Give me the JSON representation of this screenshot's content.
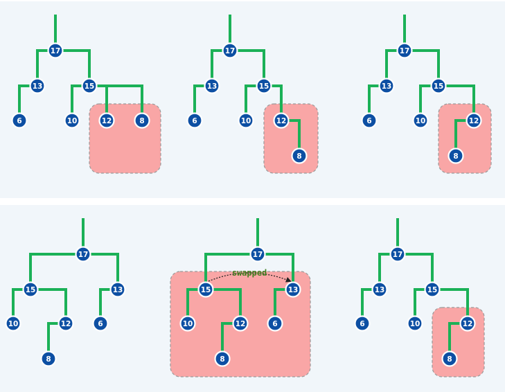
{
  "colors": {
    "panel_bg": "#f1f6fa",
    "edge": "#1bb157",
    "node_fill": "#0d4fa3",
    "node_ring": "#ffffff",
    "highlight_fill": "#f9a6a6",
    "highlight_border": "#9a9a9a",
    "annotation": "#3e7d1e"
  },
  "panels": [
    {
      "trees": [
        {
          "root": "17",
          "children": [
            {
              "value": "13",
              "children": [
                {
                  "value": "6",
                  "children": []
                }
              ]
            },
            {
              "value": "15",
              "children": [
                {
                  "value": "10",
                  "children": []
                },
                {
                  "value": "12",
                  "children": []
                },
                {
                  "value": "8",
                  "children": []
                }
              ]
            }
          ],
          "highlighted": [
            "12",
            "8"
          ]
        },
        {
          "root": "17",
          "children": [
            {
              "value": "13",
              "children": [
                {
                  "value": "6",
                  "children": []
                }
              ]
            },
            {
              "value": "15",
              "children": [
                {
                  "value": "10",
                  "children": []
                },
                {
                  "value": "12",
                  "children": [
                    {
                      "value": "8",
                      "children": []
                    }
                  ]
                }
              ]
            }
          ],
          "highlighted": [
            "12",
            "8"
          ]
        },
        {
          "root": "17",
          "children": [
            {
              "value": "13",
              "children": [
                {
                  "value": "6",
                  "children": []
                }
              ]
            },
            {
              "value": "15",
              "children": [
                {
                  "value": "10",
                  "children": []
                },
                {
                  "value": "12",
                  "children": [
                    {
                      "value": "8",
                      "children": []
                    }
                  ]
                }
              ]
            }
          ],
          "highlighted": [
            "12",
            "8"
          ]
        }
      ]
    },
    {
      "trees": [
        {
          "root": "17",
          "children": [
            {
              "value": "15",
              "children": [
                {
                  "value": "10",
                  "children": []
                },
                {
                  "value": "12",
                  "children": [
                    {
                      "value": "8",
                      "children": []
                    }
                  ]
                }
              ]
            },
            {
              "value": "13",
              "children": [
                {
                  "value": "6",
                  "children": []
                }
              ]
            }
          ],
          "highlighted": []
        },
        {
          "root": "17",
          "children": [
            {
              "value": "15",
              "children": [
                {
                  "value": "10",
                  "children": []
                },
                {
                  "value": "12",
                  "children": [
                    {
                      "value": "8",
                      "children": []
                    }
                  ]
                }
              ]
            },
            {
              "value": "13",
              "children": [
                {
                  "value": "6",
                  "children": []
                }
              ]
            }
          ],
          "highlighted": [
            "17",
            "15",
            "13",
            "10",
            "12",
            "6",
            "8"
          ],
          "annotation": {
            "text": "swapped",
            "from": "15",
            "to": "13"
          }
        },
        {
          "root": "17",
          "children": [
            {
              "value": "13",
              "children": [
                {
                  "value": "6",
                  "children": []
                }
              ]
            },
            {
              "value": "15",
              "children": [
                {
                  "value": "10",
                  "children": []
                },
                {
                  "value": "12",
                  "children": [
                    {
                      "value": "8",
                      "children": []
                    }
                  ]
                }
              ]
            }
          ],
          "highlighted": [
            "12",
            "8"
          ]
        }
      ]
    }
  ]
}
